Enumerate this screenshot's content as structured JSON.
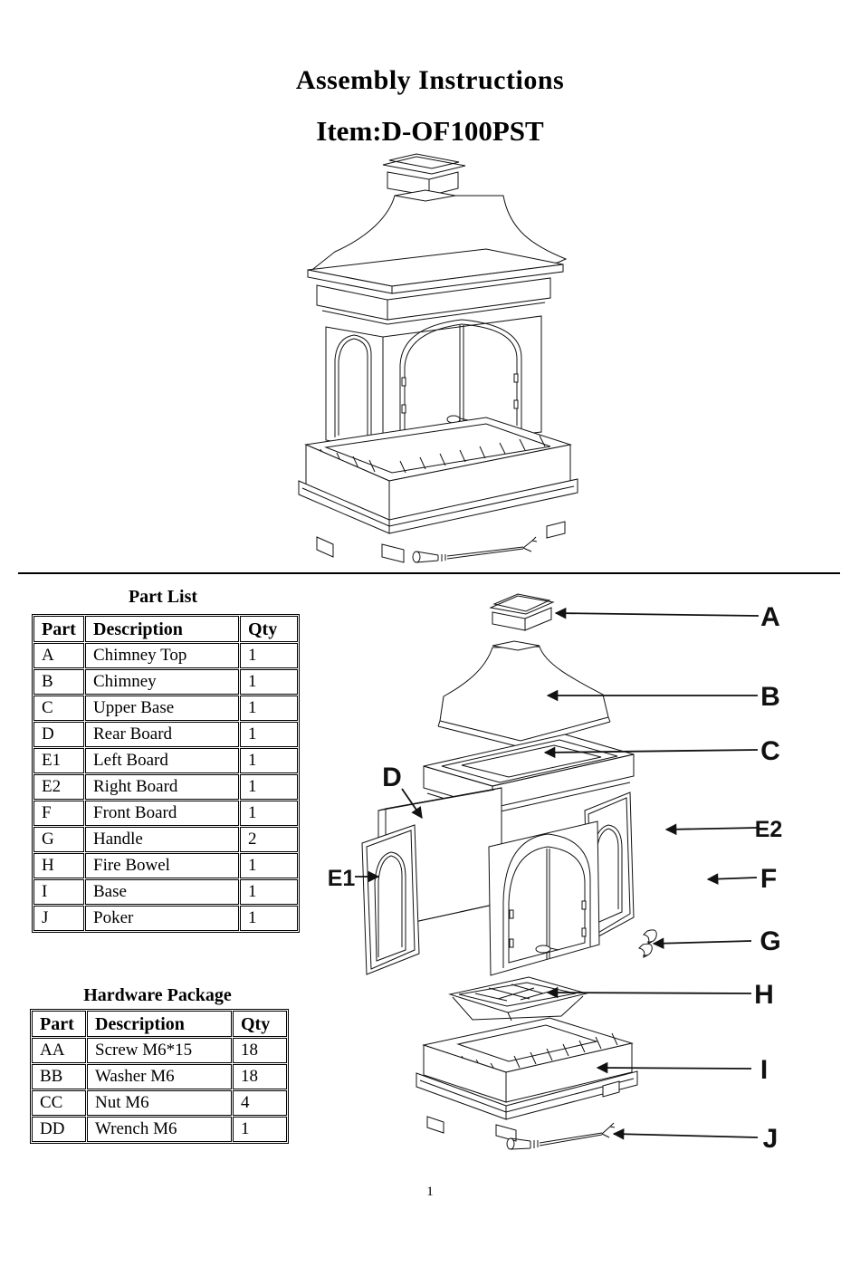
{
  "header": {
    "title": "Assembly Instructions",
    "item": "Item:D-OF100PST"
  },
  "part_list": {
    "title": "Part List",
    "columns": [
      "Part",
      "Description",
      "Qty"
    ],
    "rows": [
      [
        "A",
        "Chimney Top",
        "1"
      ],
      [
        "B",
        "Chimney",
        "1"
      ],
      [
        "C",
        "Upper Base",
        "1"
      ],
      [
        "D",
        "Rear Board",
        "1"
      ],
      [
        "E1",
        "Left Board",
        "1"
      ],
      [
        "E2",
        "Right Board",
        "1"
      ],
      [
        "F",
        "Front Board",
        "1"
      ],
      [
        "G",
        "Handle",
        "2"
      ],
      [
        "H",
        "Fire Bowel",
        "1"
      ],
      [
        "I",
        "Base",
        "1"
      ],
      [
        "J",
        "Poker",
        "1"
      ]
    ]
  },
  "hardware_package": {
    "title": "Hardware Package",
    "columns": [
      "Part",
      "Description",
      "Qty"
    ],
    "rows": [
      [
        "AA",
        "Screw M6*15",
        "18"
      ],
      [
        "BB",
        "Washer M6",
        "18"
      ],
      [
        "CC",
        "Nut M6",
        "4"
      ],
      [
        "DD",
        "Wrench M6",
        "1"
      ]
    ]
  },
  "diagram": {
    "labels": {
      "a": "A",
      "b": "B",
      "c": "C",
      "d": "D",
      "e1": "E1",
      "e2": "E2",
      "f": "F",
      "g": "G",
      "h": "H",
      "i": "I",
      "j": "J"
    }
  },
  "page": {
    "number": "1"
  }
}
